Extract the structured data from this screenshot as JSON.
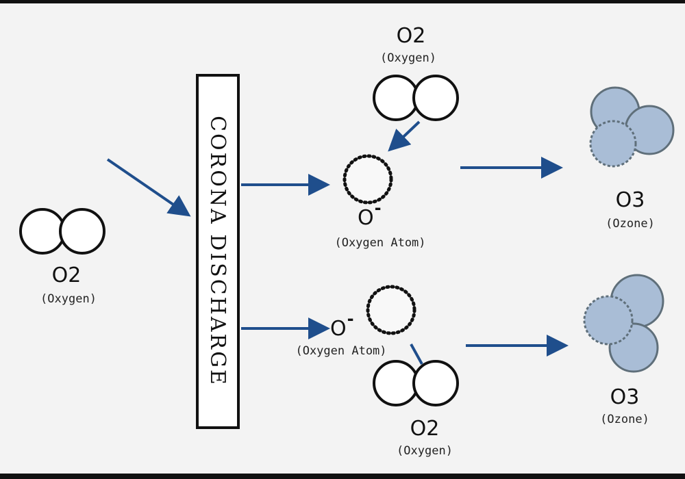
{
  "title": "Ozone formation by corona discharge",
  "discharge_label": "CORONA DISCHARGE",
  "input": {
    "formula": "O2",
    "name": "(Oxygen)"
  },
  "top": {
    "o2_formula": "O2",
    "o2_name": "(Oxygen)",
    "atom_formula": "O",
    "atom_charge": "-",
    "atom_name": "(Oxygen Atom)",
    "ozone_formula": "O3",
    "ozone_name": "(Ozone)"
  },
  "bottom": {
    "o2_formula": "O2",
    "o2_name": "(Oxygen)",
    "atom_formula": "O",
    "atom_charge": "-",
    "atom_name": "(Oxygen Atom)",
    "ozone_formula": "O3",
    "ozone_name": "(Ozone)"
  },
  "colors": {
    "arrow": "#1f4e8c",
    "ozone_fill": "#a9bdd6",
    "ozone_stroke": "#5f6f7a",
    "border": "#111111"
  }
}
